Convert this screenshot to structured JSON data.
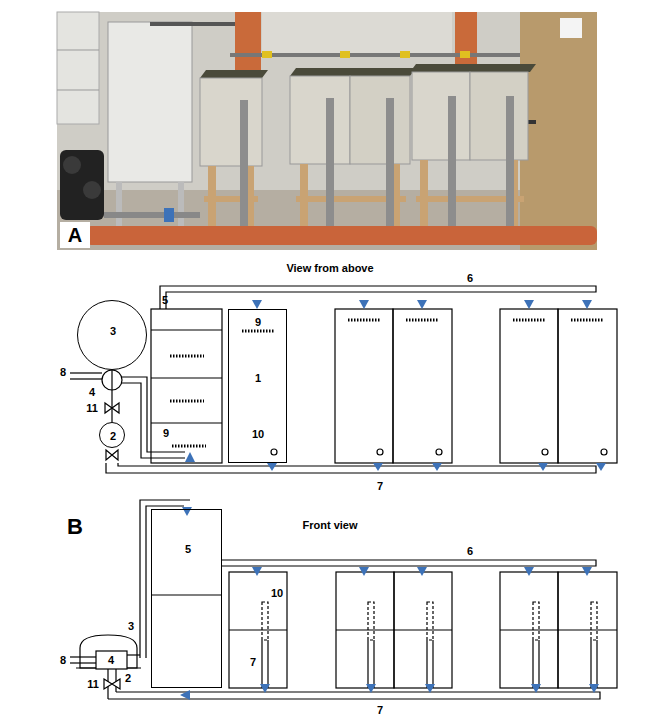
{
  "diagram": {
    "nodes": [
      {
        "text": [
          "3"
        ]
      },
      {
        "text": [
          "2"
        ]
      },
      {
        "text": [
          "9",
          "1",
          "10"
        ]
      },
      {
        "text": [
          "5"
        ]
      }
    ],
    "edges": [
      {
        "from": 0,
        "to": 1,
        "arrow": "none"
      }
    ],
    "labels": [
      "A",
      "View from above",
      "5",
      "6",
      "8",
      "4",
      "11",
      "9",
      "7",
      "B",
      "Front view",
      "6",
      "3",
      "8",
      "4",
      "11",
      "2",
      "10",
      "7",
      "7"
    ]
  }
}
